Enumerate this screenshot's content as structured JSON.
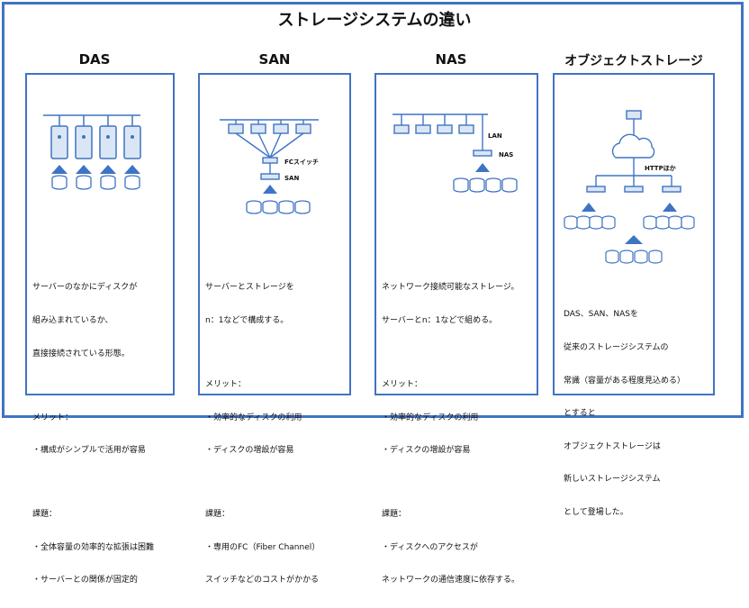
{
  "title": "ストレージシステムの違い",
  "columns": {
    "das": {
      "heading": "DAS",
      "lines": [
        "サーバーのなかにディスクが",
        "組み込まれているか、",
        "直接接続されている形態。"
      ],
      "merit_title": "メリット：",
      "merits": [
        "・構成がシンプルで活用が容易"
      ],
      "issue_title": "課題：",
      "issues": [
        "・全体容量の効率的な拡張は困難",
        "・サーバーとの関係が固定的"
      ]
    },
    "san": {
      "heading": "SAN",
      "switch_label": "FCスイッチ",
      "san_label": "SAN",
      "lines": [
        "サーバーとストレージを",
        "n：1などで構成する。"
      ],
      "merit_title": "メリット：",
      "merits": [
        "・効率的なディスクの利用",
        "・ディスクの増設が容易"
      ],
      "issue_title": "課題：",
      "issues": [
        "・専用のFC（Fiber Channel）",
        "スイッチなどのコストがかかる"
      ]
    },
    "nas": {
      "heading": "NAS",
      "lan_label": "LAN",
      "nas_label": "NAS",
      "lines": [
        "ネットワーク接続可能なストレージ。",
        "サーバーとn：1などで組める。"
      ],
      "merit_title": "メリット：",
      "merits": [
        "・効率的なディスクの利用",
        "・ディスクの増設が容易"
      ],
      "issue_title": "課題：",
      "issues": [
        "・ディスクへのアクセスが",
        "ネットワークの通信速度に依存する。"
      ]
    },
    "object": {
      "heading": "オブジェクトストレージ",
      "http_label": "HTTPほか",
      "lines": [
        "DAS、SAN、NASを",
        "従来のストレージシステムの",
        "常識（容量がある程度見込める）",
        "とすると",
        "オブジェクトストレージは",
        "新しいストレージシステム",
        "として登場した。"
      ]
    }
  },
  "colors": {
    "accent": "#3f74c4",
    "icon_fill": "#dbe6f4"
  }
}
